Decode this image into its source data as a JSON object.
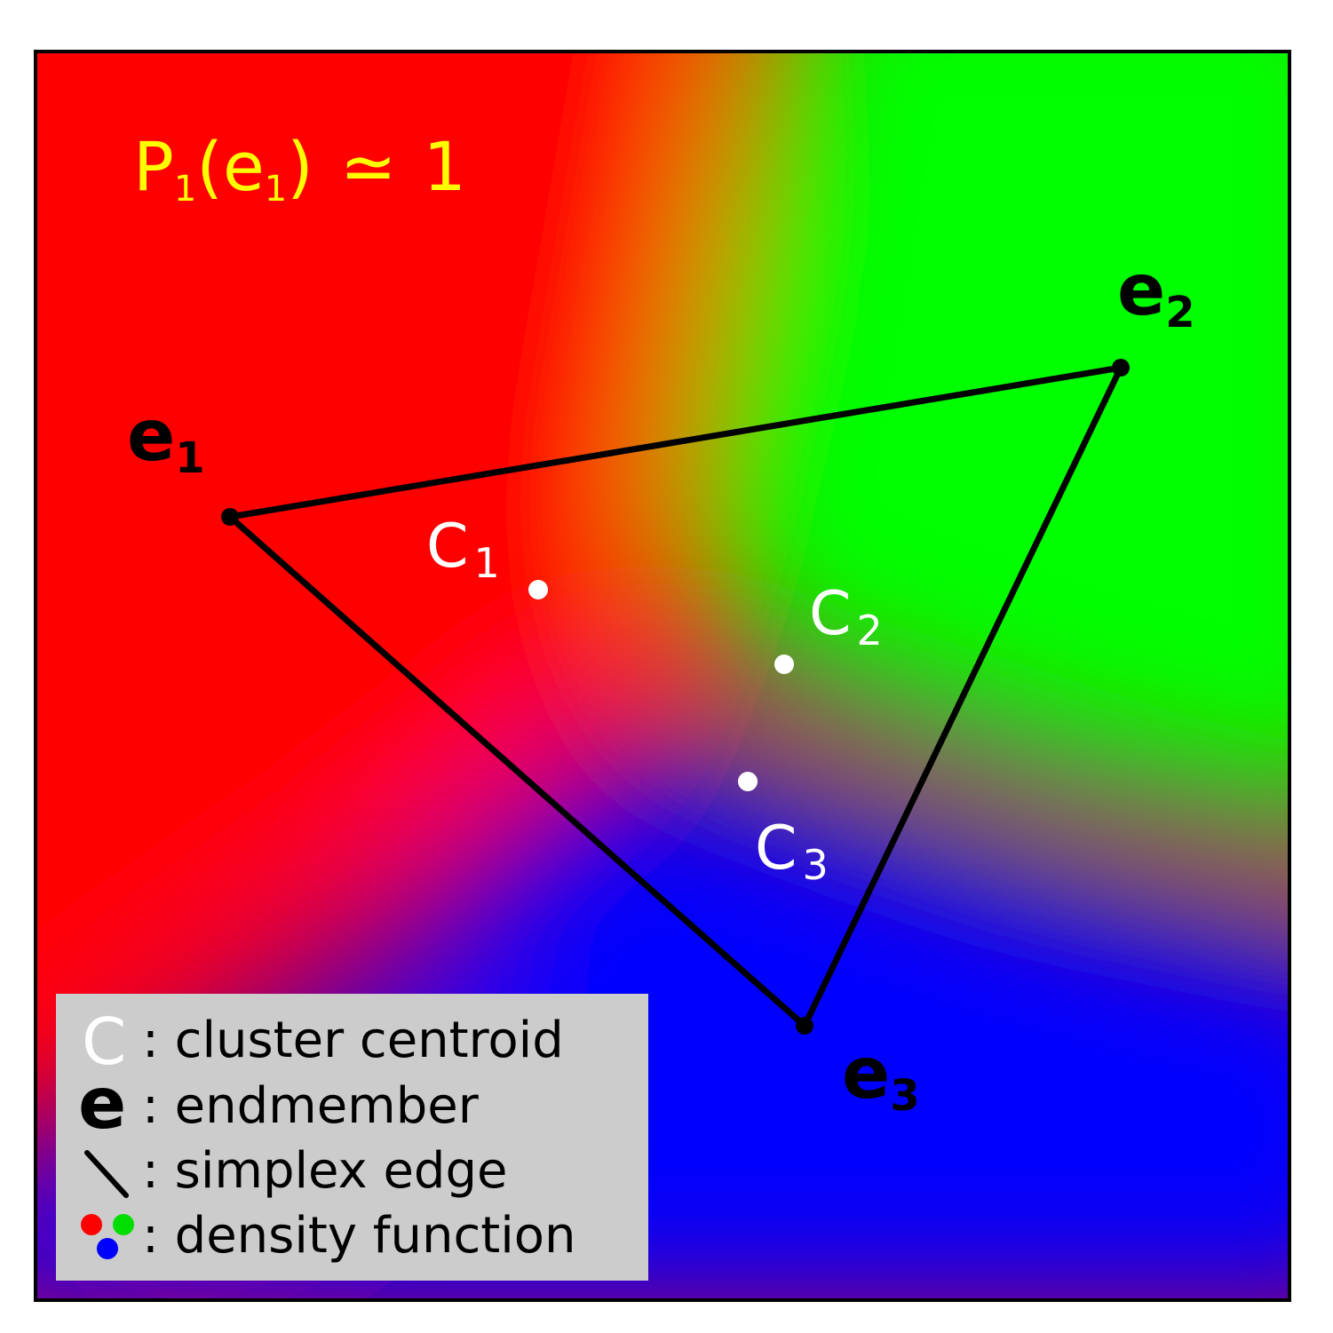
{
  "annotation": {
    "base": "P",
    "sub": "1",
    "paren_open": "(",
    "arg_base": "e",
    "arg_sub": "1",
    "paren_close": ")",
    "relation": "≃",
    "value": "1",
    "color": "#ffff00"
  },
  "endmembers": [
    {
      "base": "e",
      "sub": "1"
    },
    {
      "base": "e",
      "sub": "2"
    },
    {
      "base": "e",
      "sub": "3"
    }
  ],
  "centroids": [
    {
      "base": "C",
      "sub": "1"
    },
    {
      "base": "C",
      "sub": "2"
    },
    {
      "base": "C",
      "sub": "3"
    }
  ],
  "legend": {
    "items": [
      {
        "symbol": "C",
        "label": ": cluster centroid",
        "icon": "white-letter"
      },
      {
        "symbol": "e",
        "label": ": endmember",
        "icon": "bold-black-letter"
      },
      {
        "symbol": "",
        "label": ": simplex edge",
        "icon": "line-segment"
      },
      {
        "symbol": "",
        "label": ": density function",
        "icon": "three-dots"
      }
    ],
    "background": "#cccccc"
  },
  "colors": {
    "endmember_1": "#ff0000",
    "endmember_2": "#00ff00",
    "endmember_3": "#0000ff",
    "edge": "#000000",
    "centroid": "#ffffff"
  }
}
